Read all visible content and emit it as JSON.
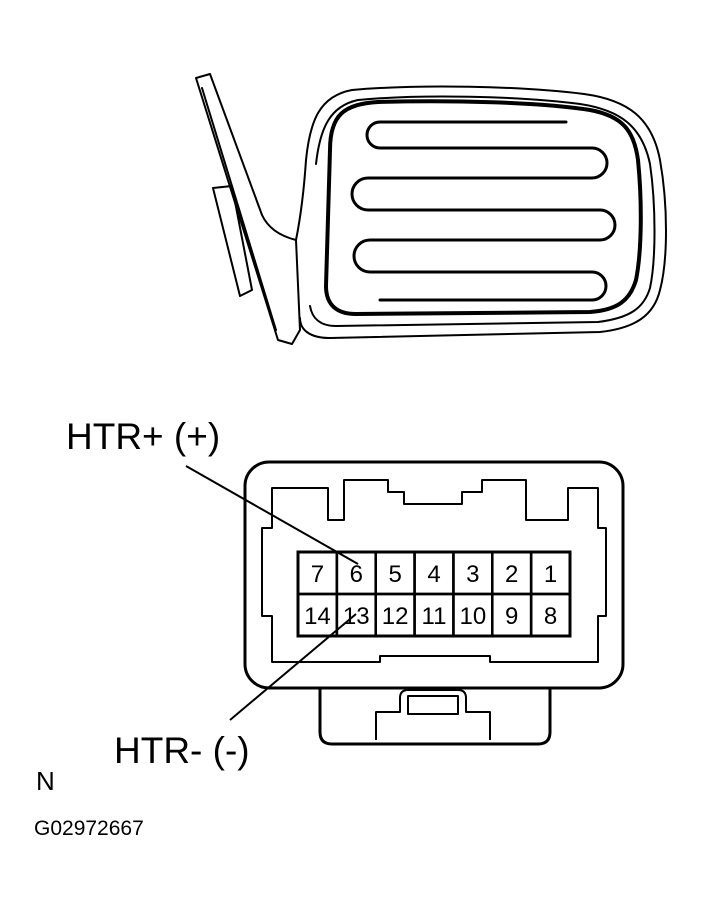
{
  "labels": {
    "htr_plus": "HTR+ (+)",
    "htr_minus": "HTR-   (-)",
    "view_mark": "N",
    "figure_id": "G02972667"
  },
  "connector": {
    "top_row": [
      "7",
      "6",
      "5",
      "4",
      "3",
      "2",
      "1"
    ],
    "bottom_row": [
      "14",
      "13",
      "12",
      "11",
      "10",
      "9",
      "8"
    ]
  },
  "colors": {
    "line": "#000000",
    "background": "#ffffff"
  }
}
